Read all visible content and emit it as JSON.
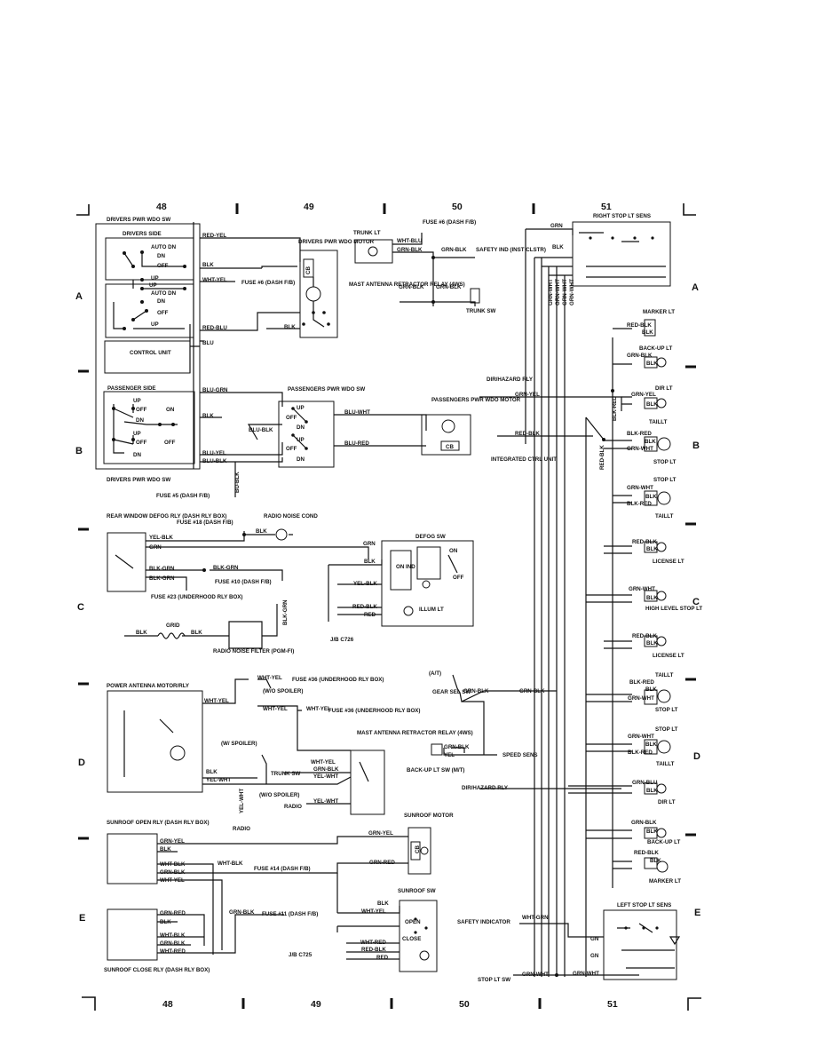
{
  "grid": {
    "columns_top": [
      "48",
      "49",
      "50",
      "51"
    ],
    "columns_bottom": [
      "48",
      "49",
      "50",
      "51"
    ],
    "rows_left": [
      "A",
      "B",
      "C",
      "D",
      "E"
    ],
    "rows_right": [
      "A",
      "B",
      "C",
      "D",
      "E"
    ]
  },
  "labels": {
    "drivers_pwr_wdo_sw": "DRIVERS PWR WDO SW",
    "drivers_side": "DRIVERS SIDE",
    "auto_dn_1": "AUTO DN",
    "dn_1": "DN",
    "off_1": "OFF",
    "up_1": "UP",
    "up_2": "UP",
    "auto_dn_2": "AUTO DN",
    "dn_2": "DN",
    "off_2": "OFF",
    "up_3": "UP",
    "control_unit": "CONTROL UNIT",
    "red_yel": "RED-YEL",
    "blk_1": "BLK",
    "wht_yel_1": "WHT-YEL",
    "fuse6_dash": "FUSE #6 (DASH F/B)",
    "red_blu": "RED-BLU",
    "blu": "BLU",
    "blk_2": "BLK",
    "drivers_pwr_wdo_motor": "DRIVERS PWR WDO MOTOR",
    "cb": "CB",
    "trunk_lt": "TRUNK LT",
    "fuse6_b": "FUSE #6 (DASH F/B)",
    "wht_blu": "WHT-BLU",
    "grn_blk_1": "GRN-BLK",
    "grn_blk_2": "GRN-BLK",
    "safety_ind": "SAFETY IND (INST CLSTR)",
    "mast_antenna_relay": "MAST ANTENNA RETRACTOR RELAY (4WS)",
    "grn_blk_3": "GRN-BLK",
    "grn_blk_4": "GRN-BLK",
    "trunk_sw": "TRUNK SW",
    "passenger_side": "PASSENGER SIDE",
    "up_p1": "UP",
    "off_p1": "OFF",
    "on_p1": "ON",
    "dn_p1": "DN",
    "up_p2": "UP",
    "off_p2": "OFF",
    "dn_p2": "DN",
    "off_p3": "OFF",
    "blu_grn": "BLU-GRN",
    "blk_p": "BLK",
    "blu_blk_1": "BLU-BLK",
    "blu_yel": "BLU-YEL",
    "blu_blk_2": "BLU-BLK",
    "drivers_pwr_wdo_sw_b": "DRIVERS PWR WDO SW",
    "fuse5": "FUSE #5 (DASH F/B)",
    "bu_blk": "BU-BLK",
    "passengers_pwr_wdo_sw": "PASSENGERS PWR WDO SW",
    "up_s1": "UP",
    "off_s1": "OFF",
    "dn_s1": "DN",
    "up_s2": "UP",
    "off_s2": "OFF",
    "dn_s2": "DN",
    "blu_wht": "BLU-WHT",
    "blu_red": "BLU-RED",
    "passengers_pwr_wdo_motor": "PASSENGERS PWR WDO MOTOR",
    "cb2": "CB",
    "rear_window_defog_rly": "REAR WINDOW DEFOG RLY (DASH RLY BOX)",
    "fuse18": "FUSE #18 (DASH F/B)",
    "yel_blk": "YEL-BLK",
    "grn_c": "GRN",
    "blk_grn_1": "BLK-GRN",
    "blk_grn_2": "BLK-GRN",
    "blk_grn_3": "BLK-GRN",
    "fuse23": "FUSE #23 (UNDERHOOD RLY BOX)",
    "radio_noise_cond": "RADIO NOISE COND",
    "blk_c": "BLK",
    "defog_sw": "DEFOG SW",
    "grn_c2": "GRN",
    "blk_c2": "BLK",
    "on_ind": "ON IND",
    "on_c": "ON",
    "off_c": "OFF",
    "fuse10": "FUSE #10 (DASH F/B)",
    "yel_blk_2": "YEL-BLK",
    "red_blk_c": "RED-BLK",
    "red_c": "RED",
    "illum_lt": "ILLUM LT",
    "jb_c726": "J/B C726",
    "grid": "GRID",
    "blk_g1": "BLK",
    "blk_g2": "BLK",
    "blk_grn_g": "BLK-GRN",
    "radio_noise_filter": "RADIO NOISE FILTER (PGM-FI)",
    "power_antenna": "POWER ANTENNA MOTOR/RLY",
    "wht_yel_d1": "WHT-YEL",
    "fuse36_a": "FUSE #36 (UNDERHOOD RLY BOX)",
    "wo_spoiler_a": "(W/O SPOILER)",
    "wht_yel_d2": "WHT-YEL",
    "wht_yel_d3": "WHT-YEL",
    "fuse36_b": "FUSE #36 (UNDERHOOD RLY BOX)",
    "w_spoiler": "(W/ SPOILER)",
    "blk_d": "BLK",
    "yel_wht_d": "YEL-WHT",
    "wo_spoiler_b": "(W/O SPOILER)",
    "yel_wht_v": "YEL-WHT",
    "radio_d": "RADIO",
    "radio_d2": "RADIO",
    "trunk_sw_d": "TRUNK SW",
    "mast_antenna_d": "MAST ANTENNA RETRACTOR RELAY (4WS)",
    "wht_yel_d4": "WHT-YEL",
    "grn_blk_d": "GRN-BLK",
    "yel_wht_d2": "YEL-WHT",
    "yel_wht_d3": "YEL-WHT",
    "sunroof_open_rly": "SUNROOF OPEN RLY (DASH RLY BOX)",
    "grn_yel_e1": "GRN-YEL",
    "blk_e1": "BLK",
    "wht_blk_e1": "WHT-BLK",
    "grn_blk_e1": "GRN-BLK",
    "wht_yel_e1": "WHT-YEL",
    "wht_blk_e2": "WHT-BLK",
    "fuse14": "FUSE #14 (DASH F/B)",
    "grn_yel_e2": "GRN-YEL",
    "grn_red_e1": "GRN-RED",
    "sunroof_motor": "SUNROOF MOTOR",
    "cb3": "CB",
    "grn_red_e2": "GRN-RED",
    "blk_e2": "BLK",
    "wht_blk_e3": "WHT-BLK",
    "grn_blk_e2": "GRN-BLK",
    "wht_red_e1": "WHT-RED",
    "grn_blk_e3": "GRN-BLK",
    "fuse11": "FUSE #11 (DASH F/B)",
    "sunroof_close_rly": "SUNROOF CLOSE RLY (DASH RLY BOX)",
    "sunroof_sw": "SUNROOF SW",
    "blk_e3": "BLK",
    "wht_yel_e2": "WHT-YEL",
    "open": "OPEN",
    "close": "CLOSE",
    "wht_red_e2": "WHT-RED",
    "red_blk_e": "RED-BLK",
    "red_e": "RED",
    "jb_c725": "J/B C725",
    "at": "(A/T)",
    "gear_sel_sw": "GEAR SEL SW",
    "grn_blk_g1": "GRN-BLK",
    "grn_blk_g2": "GRN-BLK",
    "grn_blk_g3": "GRN-BLK",
    "yel_g": "YEL",
    "speed_sens": "SPEED SENS",
    "backup_lt_sw": "BACK-UP LT SW (M/T)",
    "dir_hazard_rly_1": "DIR/HAZARD RLY",
    "grn_yel_r": "GRN-YEL",
    "red_blk_r": "RED-BLK",
    "integrated_ctrl": "INTEGRATED CTRL UNIT",
    "dir_hazard_rly_2": "DIR/HAZARD RLY",
    "safety_indicator": "SAFETY INDICATOR",
    "wht_grn": "WHT-GRN",
    "stop_lt_sw": "STOP LT SW",
    "grn_wht_s": "GRN-WHT",
    "grn_wht_s2": "GRN-WHT",
    "right_stop_lt_sens": "RIGHT STOP LT SENS",
    "grn_r1": "GRN",
    "blk_r1": "BLK",
    "grn_wht_v1": "GRN-WHT",
    "grn_wht_v2": "GRN-WHT",
    "grn_wht_v3": "GRN-WHT",
    "grn_wht_v4": "GRN-WHT",
    "blk_red_v": "BLK-RED",
    "red_blk_v": "RED-BLK",
    "marker_lt_1": "MARKER LT",
    "red_blk_m1": "RED-BLK",
    "blk_m1": "BLK",
    "backup_lt_1": "BACK-UP LT",
    "grn_blk_b1": "GRN-BLK",
    "blk_b1": "BLK",
    "dir_lt_1": "DIR LT",
    "grn_yel_d": "GRN-YEL",
    "blk_dl": "BLK",
    "taillt_1": "TAILLT",
    "blk_red_t1": "BLK-RED",
    "blk_t1": "BLK",
    "grn_wht_t1": "GRN-WHT",
    "stop_lt_1": "STOP LT",
    "stop_lt_2": "STOP LT",
    "grn_wht_t2": "GRN-WHT",
    "blk_t2": "BLK",
    "blk_red_t2": "BLK-RED",
    "taillt_2": "TAILLT",
    "red_blk_l1": "RED-BLK",
    "blk_l1": "BLK",
    "license_lt_1": "LICENSE LT",
    "grn_wht_h": "GRN-WHT",
    "blk_h": "BLK",
    "high_level": "HIGH LEVEL STOP LT",
    "red_blk_l2": "RED-BLK",
    "blk_l2": "BLK",
    "license_lt_2": "LICENSE LT",
    "taillt_3": "TAILLT",
    "blk_red_t3": "BLK-RED",
    "blk_t3": "BLK",
    "grn_wht_t3": "GRN-WHT",
    "stop_lt_3": "STOP LT",
    "stop_lt_4": "STOP LT",
    "grn_wht_t4": "GRN-WHT",
    "blk_t4": "BLK",
    "blk_red_t4": "BLK-RED",
    "taillt_4": "TAILLT",
    "grn_blu": "GRN-BLU",
    "blk_dl2": "BLK",
    "dir_lt_2": "DIR LT",
    "grn_blk_b2": "GRN-BLK",
    "blk_b2": "BLK",
    "backup_lt_2": "BACK-UP LT",
    "red_blk_m2": "RED-BLK",
    "blk_m2": "BLK",
    "marker_lt_2": "MARKER LT",
    "left_stop_lt_sens": "LEFT STOP LT SENS",
    "gn_1": "GN",
    "gn_2": "GN"
  }
}
